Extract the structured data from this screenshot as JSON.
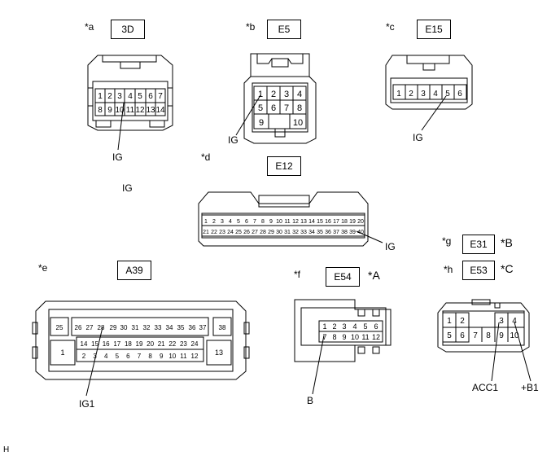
{
  "connectors": [
    {
      "key": "a",
      "marker": "*a",
      "code": "3D",
      "pins": [
        "1",
        "2",
        "3",
        "4",
        "5",
        "6",
        "7",
        "8",
        "9",
        "10",
        "11",
        "12",
        "13",
        "14"
      ],
      "labels": [
        "IG"
      ]
    },
    {
      "key": "b",
      "marker": "*b",
      "code": "E5",
      "pins": [
        "1",
        "2",
        "3",
        "4",
        "5",
        "6",
        "7",
        "8",
        "9",
        "10"
      ],
      "labels": [
        "IG"
      ]
    },
    {
      "key": "c",
      "marker": "*c",
      "code": "E15",
      "pins": [
        "1",
        "2",
        "3",
        "4",
        "5",
        "6"
      ],
      "labels": [
        "IG"
      ]
    },
    {
      "key": "d",
      "marker": "*d",
      "code": "E12",
      "pins": [
        "1",
        "2",
        "3",
        "4",
        "5",
        "6",
        "7",
        "8",
        "9",
        "10",
        "11",
        "12",
        "13",
        "14",
        "15",
        "16",
        "17",
        "18",
        "19",
        "20",
        "21",
        "22",
        "23",
        "24",
        "25",
        "26",
        "27",
        "28",
        "29",
        "30",
        "31",
        "32",
        "33",
        "34",
        "35",
        "36",
        "37",
        "38",
        "39",
        "40"
      ],
      "labels": [
        "IG",
        "IG"
      ]
    },
    {
      "key": "e",
      "marker": "*e",
      "code": "A39",
      "pins": [
        "25",
        "26",
        "27",
        "28",
        "29",
        "30",
        "31",
        "32",
        "33",
        "34",
        "35",
        "36",
        "37",
        "38",
        "14",
        "15",
        "16",
        "17",
        "18",
        "19",
        "20",
        "21",
        "22",
        "23",
        "24",
        "2",
        "3",
        "4",
        "5",
        "6",
        "7",
        "8",
        "9",
        "10",
        "11",
        "12",
        "1",
        "13"
      ],
      "labels": [
        "IG1"
      ]
    },
    {
      "key": "f",
      "marker": "*f",
      "code": "E54",
      "suffix": "*A",
      "pins": [
        "1",
        "2",
        "3",
        "4",
        "5",
        "6",
        "7",
        "8",
        "9",
        "10",
        "11",
        "12"
      ],
      "labels": [
        "B"
      ]
    },
    {
      "key": "g",
      "marker": "*g",
      "code": "E31",
      "suffix": "*B"
    },
    {
      "key": "h",
      "marker": "*h",
      "code": "E53",
      "suffix": "*C",
      "pins": [
        "1",
        "2",
        "3",
        "4",
        "5",
        "6",
        "7",
        "8",
        "9",
        "10"
      ],
      "labels": [
        "ACC1",
        "+B1"
      ]
    }
  ],
  "corner_label": "H"
}
